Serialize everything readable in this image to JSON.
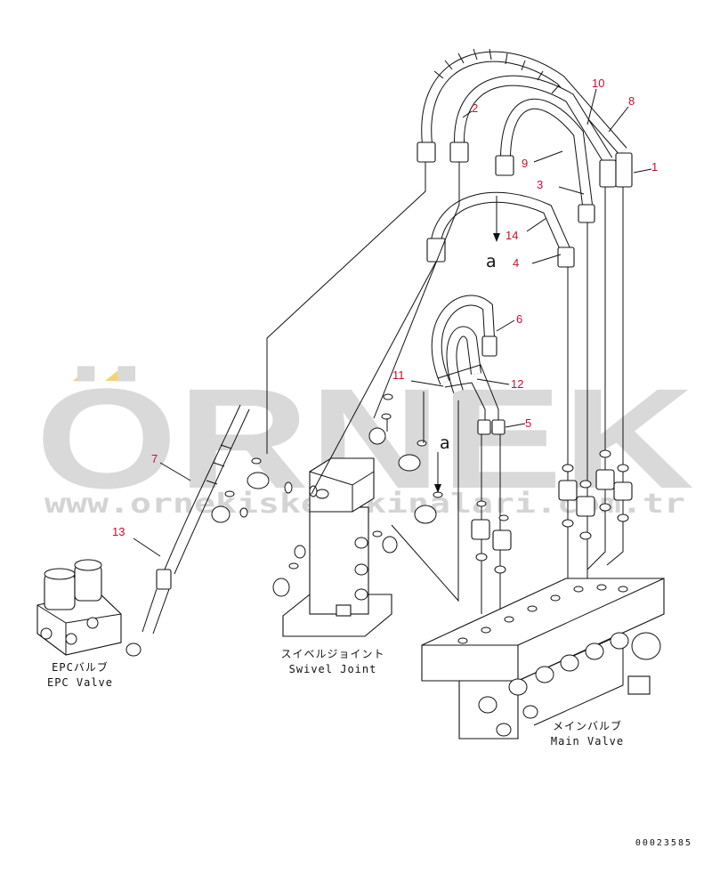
{
  "watermark": {
    "brand": "ÖRNEK",
    "url": "www.ornekiskelekinalari.com.tr"
  },
  "part_numbers": [
    "1",
    "2",
    "3",
    "4",
    "5",
    "6",
    "7",
    "8",
    "9",
    "10",
    "11",
    "12",
    "13",
    "14"
  ],
  "section_ref": "a",
  "captions": {
    "epc_valve_jp": "EPCバルブ",
    "epc_valve_en": "EPC Valve",
    "swivel_joint_jp": "スイベルジョイント",
    "swivel_joint_en": "Swivel Joint",
    "main_valve_jp": "メインバルブ",
    "main_valve_en": "Main Valve"
  },
  "drawing_code": "00023585",
  "colors": {
    "part_number": "#c8102e",
    "watermark_text": "#d9d9d9",
    "watermark_accent": "#f3d27a"
  }
}
